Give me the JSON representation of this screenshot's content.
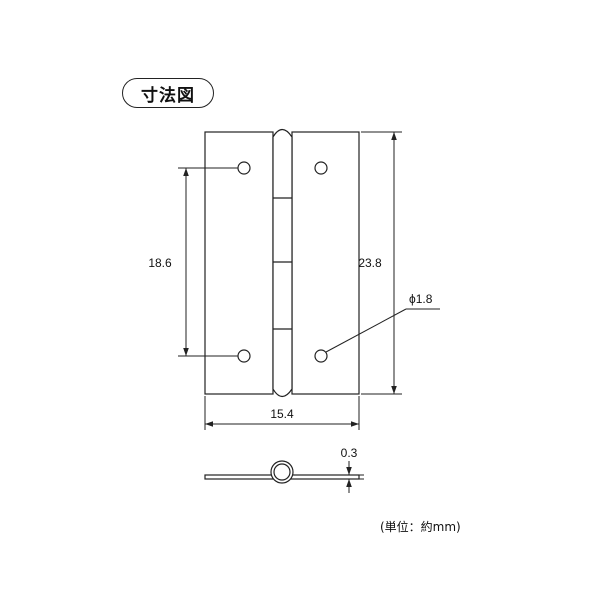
{
  "title": "寸法図",
  "dimensions": {
    "hole_pitch": "18.6",
    "height": "23.8",
    "hole_diameter": "ϕ1.8",
    "width": "15.4",
    "thickness": "0.3"
  },
  "unit_note": "(単位：約mm)",
  "colors": {
    "line": "#222222",
    "background": "#ffffff"
  }
}
